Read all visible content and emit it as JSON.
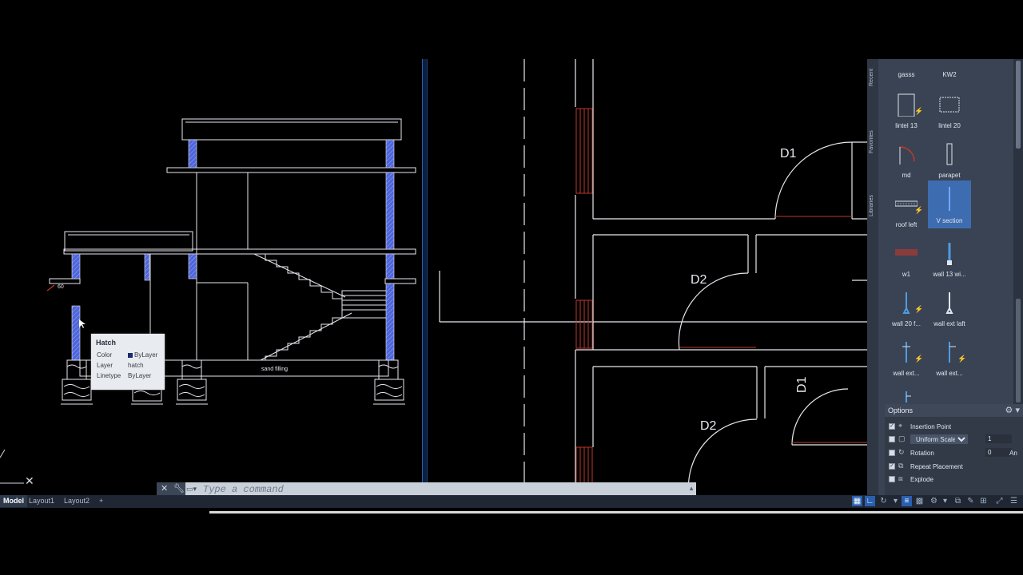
{
  "drawing": {
    "left_view": {
      "dimension_label": "60",
      "note_label": "sand filling"
    },
    "right_view": {
      "door_labels": [
        "D1",
        "D2",
        "D2",
        "D1"
      ]
    }
  },
  "tooltip": {
    "title": "Hatch",
    "rows": [
      {
        "key": "Color",
        "value": "ByLayer"
      },
      {
        "key": "Layer",
        "value": "hatch"
      },
      {
        "key": "Linetype",
        "value": "ByLayer"
      }
    ]
  },
  "command_line": {
    "placeholder": "Type a command"
  },
  "layout_tabs": {
    "model": "Model",
    "layout1": "Layout1",
    "layout2": "Layout2",
    "add": "+"
  },
  "tool_palette": {
    "side_tabs": [
      "Recent",
      "Favorites",
      "Libraries"
    ],
    "items": [
      {
        "label": "gasss",
        "icon": "door-block-icon"
      },
      {
        "label": "KW2",
        "icon": "window-block-icon"
      },
      {
        "label": "lintel 13",
        "icon": "lintel-icon",
        "dynamic": true
      },
      {
        "label": "lintel 20",
        "icon": "lintel-icon",
        "dynamic": false
      },
      {
        "label": "md",
        "icon": "door-swing-icon",
        "dynamic": false
      },
      {
        "label": "parapet",
        "icon": "parapet-icon",
        "dynamic": false
      },
      {
        "label": "roof left",
        "icon": "roof-icon",
        "dynamic": true
      },
      {
        "label": "V section",
        "icon": "section-icon",
        "dynamic": false,
        "selected": true
      },
      {
        "label": "w1",
        "icon": "wall-icon",
        "dynamic": false
      },
      {
        "label": "wall 13 wi...",
        "icon": "wall-icon",
        "dynamic": false
      },
      {
        "label": "wall 20 f...",
        "icon": "wall-icon",
        "dynamic": true
      },
      {
        "label": "wall ext laft",
        "icon": "wall-icon",
        "dynamic": false
      },
      {
        "label": "wall ext...",
        "icon": "wall-icon",
        "dynamic": true
      },
      {
        "label": "wall ext...",
        "icon": "wall-icon",
        "dynamic": true
      }
    ],
    "bolt_glyph": "⚡"
  },
  "options_panel": {
    "title": "Options",
    "insertion_point": {
      "label": "Insertion Point",
      "checked": true
    },
    "scale": {
      "label": "Uniform Scale",
      "checked": false,
      "value": "1"
    },
    "rotation": {
      "label": "Rotation",
      "checked": false,
      "value": "0",
      "suffix": "An"
    },
    "repeat_placement": {
      "label": "Repeat Placement",
      "checked": true
    },
    "explode": {
      "label": "Explode",
      "checked": false
    }
  },
  "colors": {
    "hatch_blue": "#5b6fd6",
    "line_white": "#e8e8f0",
    "red_accent": "#c0392b",
    "palette_bg": "#3a4353",
    "selected": "#3e6cb0"
  }
}
